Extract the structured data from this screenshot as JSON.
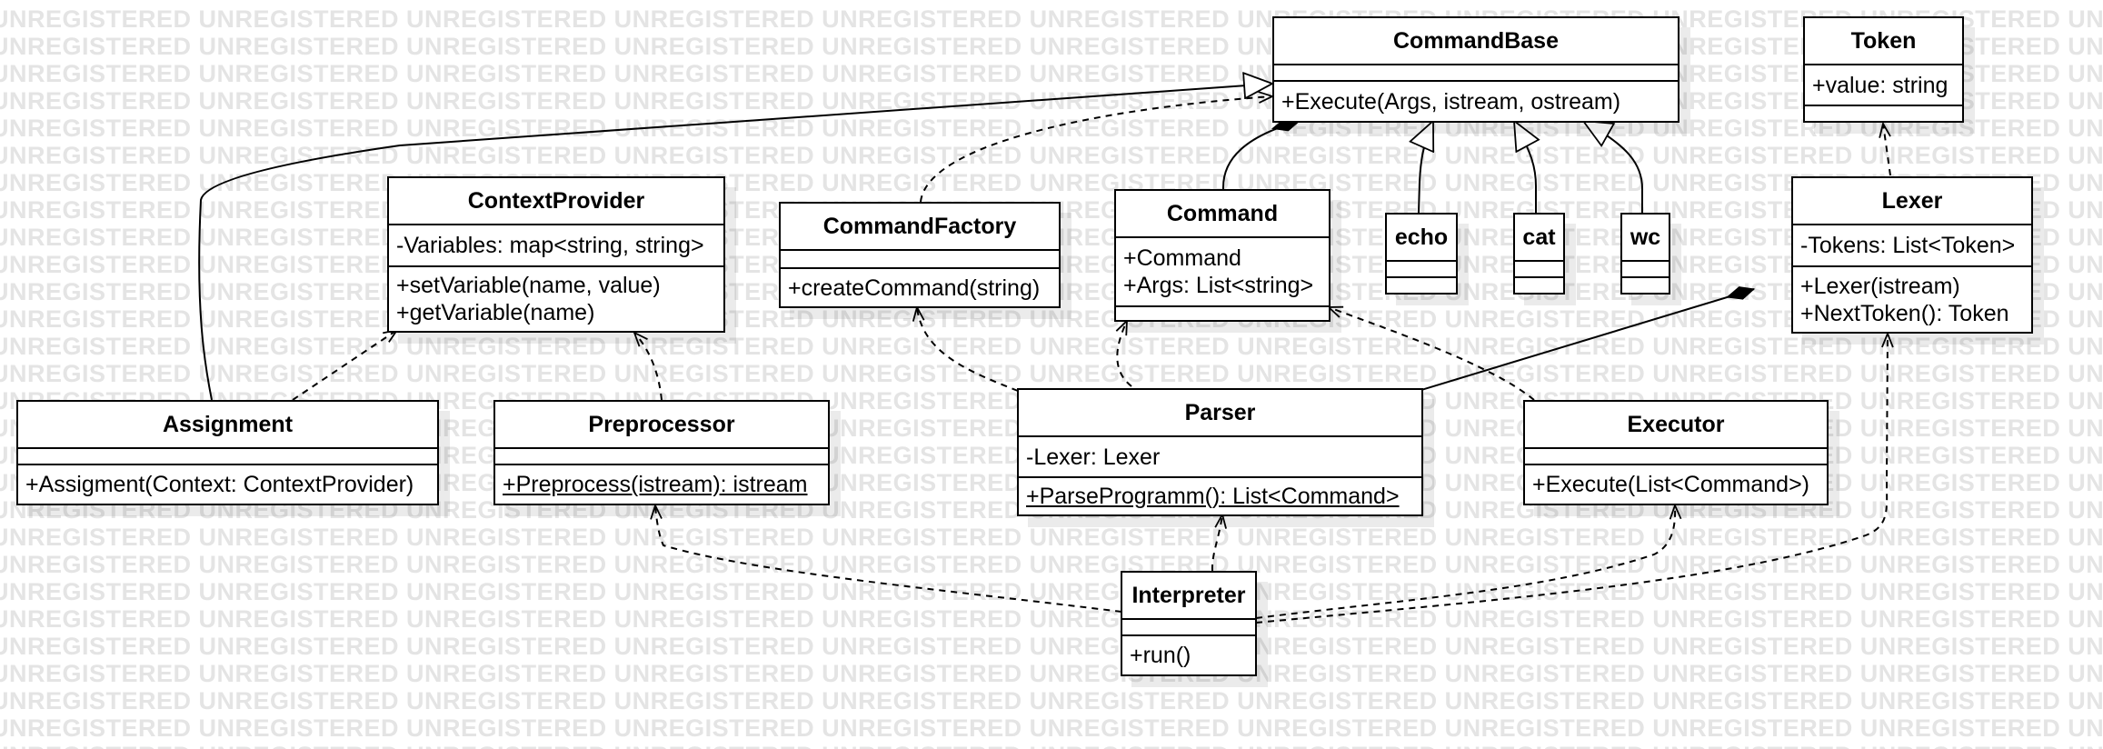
{
  "watermark": {
    "text": "UNREGISTERED"
  },
  "classes": {
    "commandbase": {
      "name": "CommandBase",
      "attributes": [],
      "operations": [
        "+Execute(Args, istream, ostream)"
      ]
    },
    "token": {
      "name": "Token",
      "attributes": [
        "+value: string"
      ],
      "operations": []
    },
    "contextprovider": {
      "name": "ContextProvider",
      "attributes": [
        "-Variables: map<string, string>"
      ],
      "operations": [
        "+setVariable(name, value)",
        "+getVariable(name)"
      ]
    },
    "commandfactory": {
      "name": "CommandFactory",
      "attributes": [],
      "operations": [
        "+createCommand(string)"
      ]
    },
    "command": {
      "name": "Command",
      "attributes": [
        "+Command",
        "+Args: List<string>"
      ],
      "operations": []
    },
    "echo": {
      "name": "echo",
      "attributes": [],
      "operations": []
    },
    "cat": {
      "name": "cat",
      "attributes": [],
      "operations": []
    },
    "wc": {
      "name": "wc",
      "attributes": [],
      "operations": []
    },
    "lexer": {
      "name": "Lexer",
      "attributes": [
        "-Tokens: List<Token>"
      ],
      "operations": [
        "+Lexer(istream)",
        "+NextToken(): Token"
      ]
    },
    "assignment": {
      "name": "Assignment",
      "attributes": [],
      "operations": [
        "+Assigment(Context: ContextProvider)"
      ]
    },
    "preprocessor": {
      "name": "Preprocessor",
      "attributes": [],
      "operations": [
        "+Preprocess(istream): istream"
      ]
    },
    "parser": {
      "name": "Parser",
      "attributes": [
        "-Lexer: Lexer"
      ],
      "operations": [
        "+ParseProgramm(): List<Command>"
      ]
    },
    "executor": {
      "name": "Executor",
      "attributes": [],
      "operations": [
        "+Execute(List<Command>)"
      ]
    },
    "interpreter": {
      "name": "Interpreter",
      "attributes": [],
      "operations": [
        "+run()"
      ]
    }
  }
}
